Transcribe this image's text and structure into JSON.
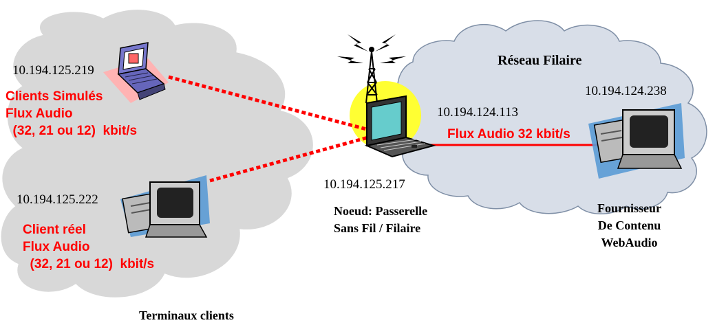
{
  "colors": {
    "cloud_fill": "#d8d8d8",
    "cloud_stroke": "#ffffff",
    "right_cloud_fill": "#d8dee8",
    "right_cloud_stroke": "#7f8fa6",
    "wireless_link": "#ff0000",
    "wired_link": "#ff0000",
    "flux_text": "#ff0000",
    "gateway_glow": "#ffff33",
    "monitor_shadow": "#5b9bd5"
  },
  "icons": {
    "simulated_client": "laptop-icon",
    "real_client": "desktop-computer-icon",
    "gateway": "laptop-with-antenna-icon",
    "server": "desktop-computer-icon"
  },
  "nodes": {
    "simulated": {
      "ip": "10.194.125.219",
      "lines": [
        "Clients Simulés",
        "Flux Audio",
        "  (32, 21 ou 12)  kbit/s"
      ]
    },
    "real": {
      "ip": "10.194.125.222",
      "lines": [
        "Client réel",
        "Flux Audio",
        "  (32, 21 ou 12)  kbit/s"
      ]
    },
    "gateway": {
      "ip_wired": "10.194.124.113",
      "ip_wireless": "10.194.125.217",
      "lines": [
        "Noeud: Passerelle",
        "Sans Fil / Filaire"
      ]
    },
    "server": {
      "ip": "10.194.124.238",
      "lines": [
        "Fournisseur",
        "De Contenu",
        "WebAudio"
      ]
    }
  },
  "wired_network_title": "Réseau Filaire",
  "wired_flux_label": "Flux Audio 32 kbit/s",
  "clients_caption": "Terminaux clients"
}
